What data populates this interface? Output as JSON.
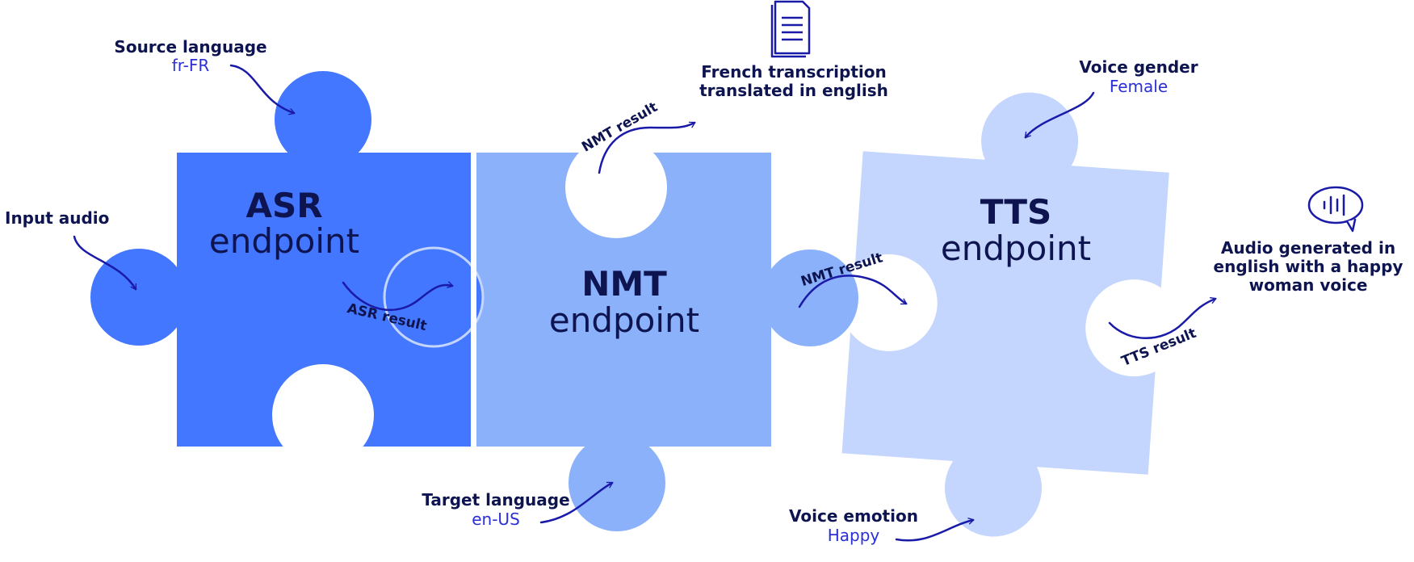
{
  "colors": {
    "asr_piece": "#4477ff",
    "nmt_piece": "#8bb1fb",
    "tts_piece": "#c4d6fd",
    "text_dark": "#0d1450",
    "text_value": "#2a2fd6",
    "arrow": "#1a1aa8"
  },
  "asr": {
    "title": "ASR",
    "subtitle": "endpoint"
  },
  "nmt": {
    "title": "NMT",
    "subtitle": "endpoint"
  },
  "tts": {
    "title": "TTS",
    "subtitle": "endpoint"
  },
  "inputs": {
    "input_audio": "Input audio",
    "source_language": {
      "label": "Source language",
      "value": "fr-FR"
    },
    "target_language": {
      "label": "Target language",
      "value": "en-US"
    },
    "voice_gender": {
      "label": "Voice gender",
      "value": "Female"
    },
    "voice_emotion": {
      "label": "Voice emotion",
      "value": "Happy"
    }
  },
  "results": {
    "asr": "ASR result",
    "nmt_top": "NMT result",
    "nmt_mid": "NMT result",
    "tts": "TTS result"
  },
  "outputs": {
    "transcription_line1": "French transcription",
    "transcription_line2": "translated in english",
    "audio_line1": "Audio generated in",
    "audio_line2": "english with a happy",
    "audio_line3": "woman voice"
  },
  "icons": [
    "document-icon",
    "speech-bubble-audio-icon"
  ]
}
